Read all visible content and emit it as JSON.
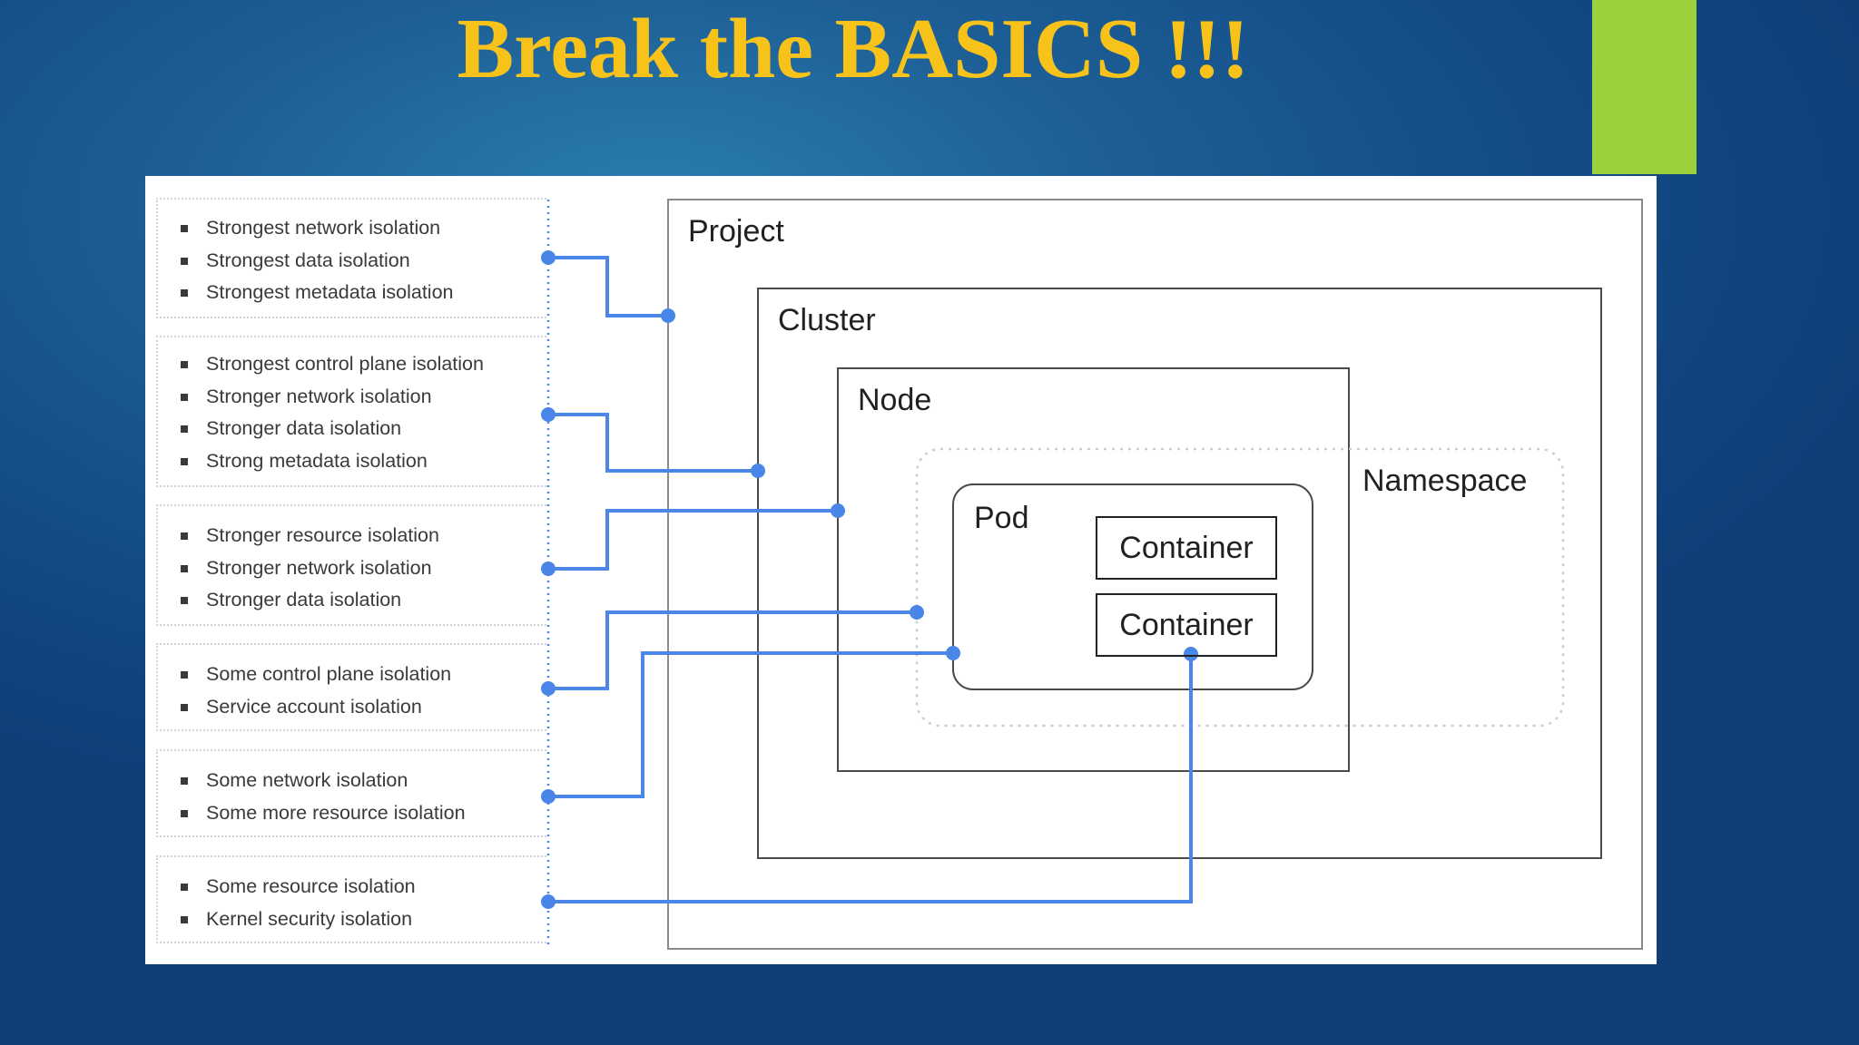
{
  "slide": {
    "title": "Break the BASICS !!!",
    "accent_color": "#9bd13c",
    "title_color": "#f7c21a"
  },
  "diagram": {
    "boxes": {
      "project": "Project",
      "cluster": "Cluster",
      "node": "Node",
      "namespace": "Namespace",
      "pod": "Pod",
      "container_1": "Container",
      "container_2": "Container"
    },
    "groups": [
      {
        "connects_to": "Project",
        "items": [
          "Strongest network isolation",
          "Strongest data isolation",
          "Strongest metadata isolation"
        ]
      },
      {
        "connects_to": "Cluster",
        "items": [
          "Strongest control plane isolation",
          "Stronger network isolation",
          "Stronger data isolation",
          "Strong metadata isolation"
        ]
      },
      {
        "connects_to": "Node",
        "items": [
          "Stronger resource isolation",
          "Stronger network isolation",
          "Stronger data isolation"
        ]
      },
      {
        "connects_to": "Namespace",
        "items": [
          "Some control plane isolation",
          "Service account isolation"
        ]
      },
      {
        "connects_to": "Pod",
        "items": [
          "Some network isolation",
          "Some more resource isolation"
        ]
      },
      {
        "connects_to": "Container",
        "items": [
          "Some resource isolation",
          "Kernel security isolation"
        ]
      }
    ],
    "connector_color": "#4a86e8"
  }
}
